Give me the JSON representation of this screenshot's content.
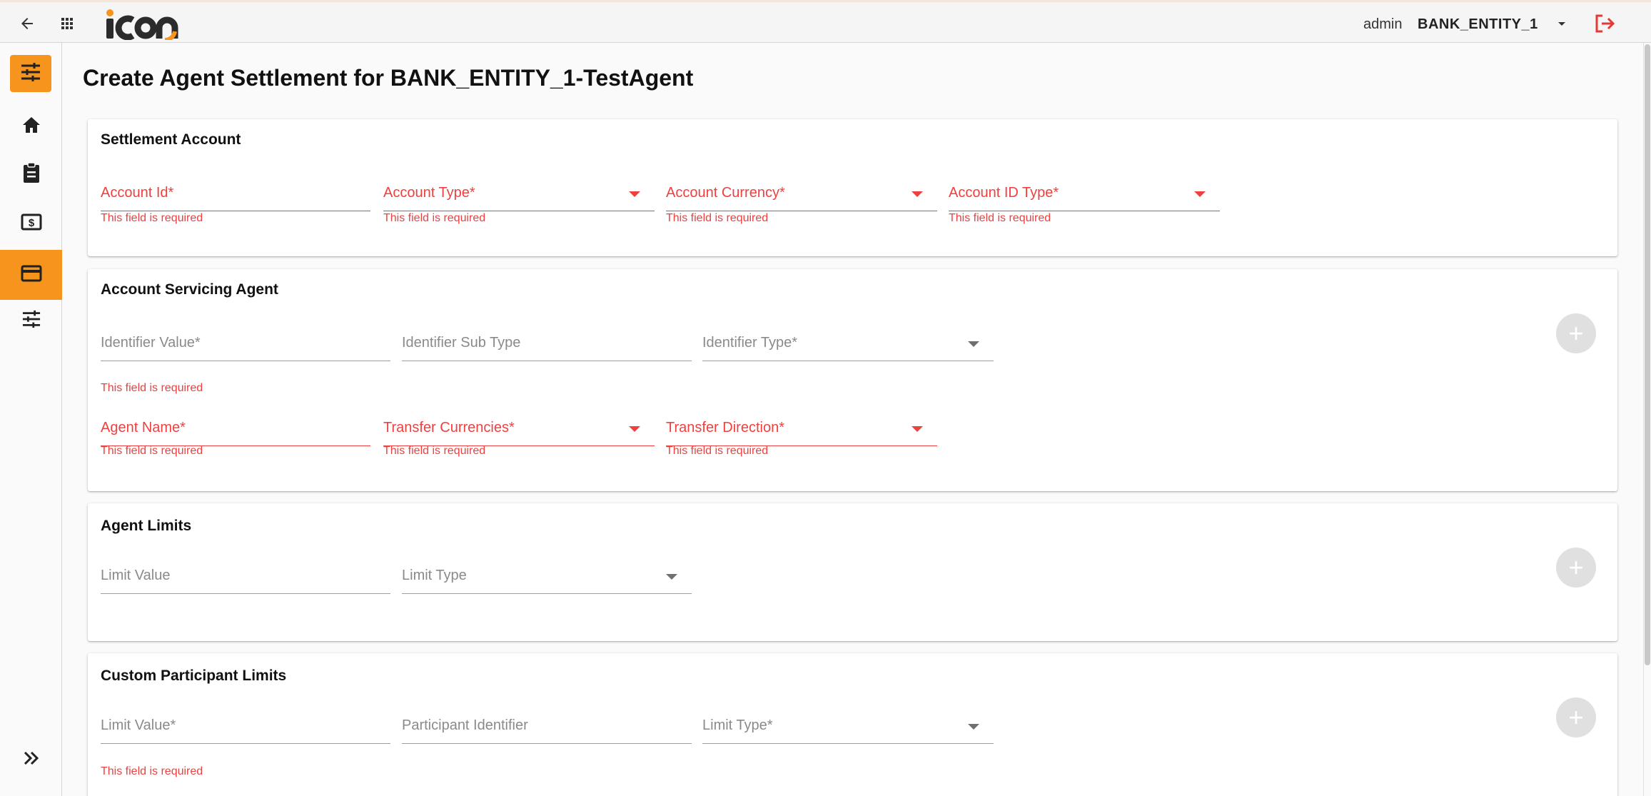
{
  "header": {
    "logo_text": "icon",
    "user": "admin",
    "entity": "BANK_ENTITY_1"
  },
  "page": {
    "title": "Create Agent Settlement for BANK_ENTITY_1-TestAgent"
  },
  "sidebar": {
    "items": [
      {
        "icon": "tune-icon"
      },
      {
        "icon": "home-icon"
      },
      {
        "icon": "clipboard-icon"
      },
      {
        "icon": "dollar-icon"
      },
      {
        "icon": "card-icon"
      },
      {
        "icon": "tune-icon"
      },
      {
        "icon": "double-chevron-right-icon"
      }
    ]
  },
  "error_text": "This field is required",
  "settlement_account": {
    "title": "Settlement Account",
    "account_id": "Account Id*",
    "account_type": "Account Type*",
    "account_currency": "Account Currency*",
    "account_id_type": "Account ID Type*"
  },
  "account_servicing_agent": {
    "title": "Account Servicing Agent",
    "identifier_value": "Identifier Value*",
    "identifier_sub_type": "Identifier Sub Type",
    "identifier_type": "Identifier Type*",
    "agent_name": "Agent Name*",
    "transfer_currencies": "Transfer Currencies*",
    "transfer_direction": "Transfer Direction*",
    "add_label": "+"
  },
  "agent_limits": {
    "title": "Agent Limits",
    "limit_value": "Limit Value",
    "limit_type": "Limit Type",
    "add_label": "+"
  },
  "custom_participant_limits": {
    "title": "Custom Participant Limits",
    "limit_value": "Limit Value*",
    "participant_identifier": "Participant Identifier",
    "limit_type": "Limit Type*",
    "add_label": "+"
  },
  "colors": {
    "accent": "#f7941d",
    "error": "#ef4040",
    "logout": "#e53935"
  }
}
